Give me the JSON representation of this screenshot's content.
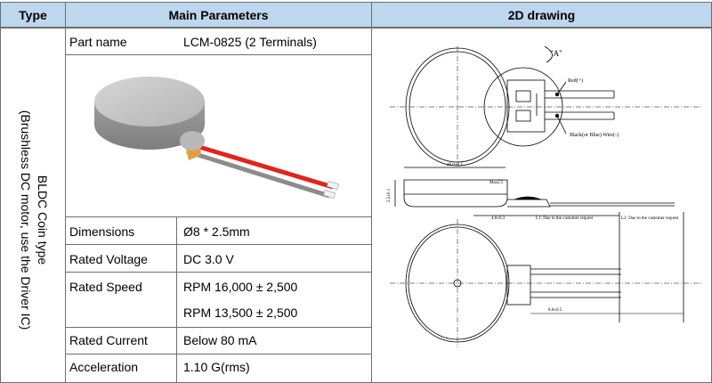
{
  "header": {
    "type": "Type",
    "main": "Main Parameters",
    "drawing": "2D drawing"
  },
  "type_cell": {
    "line1": "BLDC Coin type",
    "line2": "(Brushless DC motor, use the Driver IC)"
  },
  "params": {
    "part_name_label": "Part name",
    "part_name_value": "LCM-0825 (2 Terminals)",
    "dimensions_label": "Dimensions",
    "dimensions_value": "Ø8 * 2.5mm",
    "voltage_label": "Rated Voltage",
    "voltage_value": "DC 3.0 V",
    "speed_label": "Rated Speed",
    "speed_value_1": "RPM 16,000 ± 2,500",
    "speed_value_2": "RPM 13,500 ± 2,500",
    "current_label": "Rated Current",
    "current_value": "Below 80 mA",
    "accel_label": "Acceleration",
    "accel_value": "1.10 G(rms)"
  },
  "drawing": {
    "detail_label": "\"A\"",
    "red_label": "Red(+)",
    "black_label": "Black(or Blue) Wire(-)",
    "dim_diameter": "ø8.0±0.1",
    "dim_height": "2.5±0.1",
    "dim_pad": "4.0±0.3",
    "dim_height_note": "Max2.5",
    "dim_wire": "8.0±0.5",
    "l1_note": "L1: Due to the customer request",
    "l2_note": "L2: Due to the customer request"
  },
  "colors": {
    "header_bg": "#bdd7ee",
    "border": "#6e6e6e",
    "wire_red": "#e0261b",
    "wire_grey": "#8c8c8c",
    "motor_grey": "#a9a9a9"
  }
}
